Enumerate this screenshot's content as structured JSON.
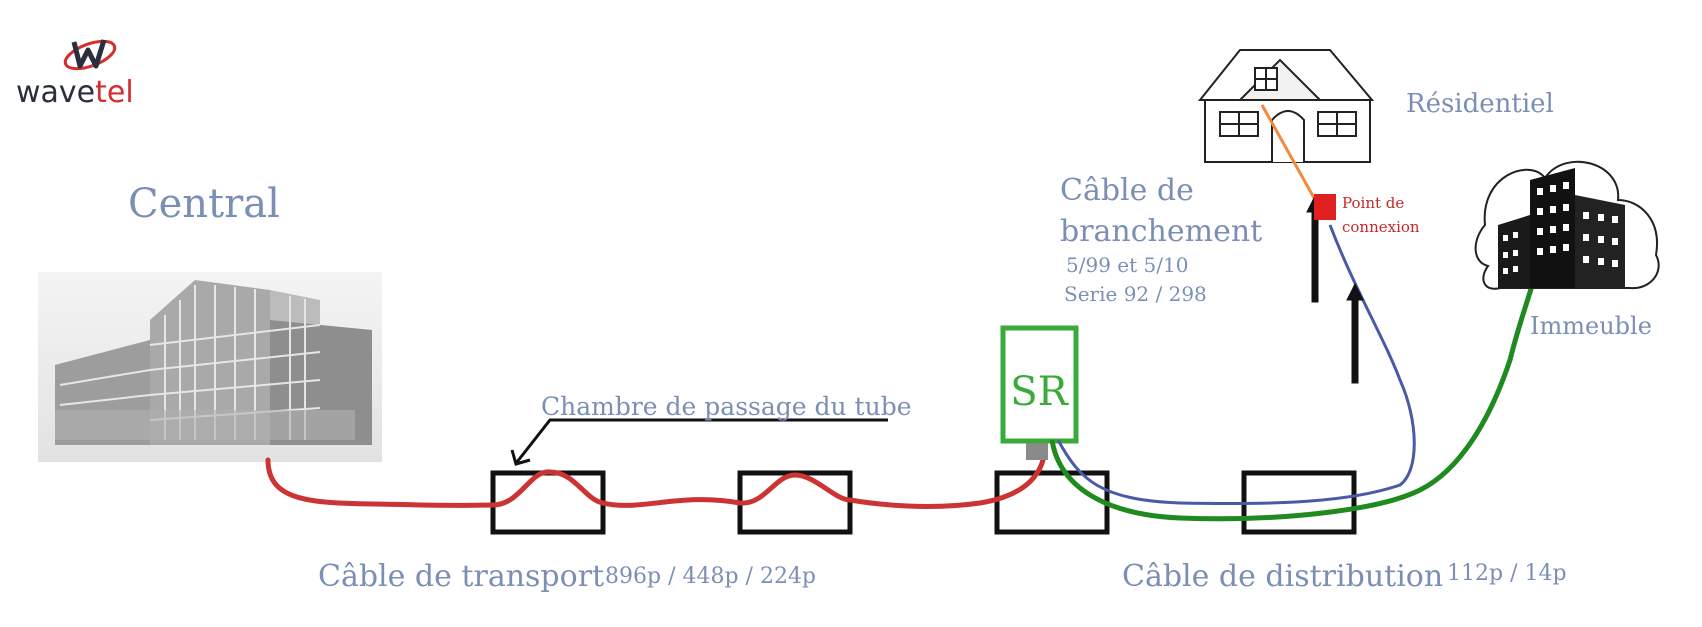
{
  "logo": {
    "brand_dark": "wave",
    "brand_red": "tel",
    "colors": {
      "dark": "#2a2f3d",
      "red": "#d32f2f"
    }
  },
  "labels": {
    "central": "Central",
    "residential": "Résidentiel",
    "building": "Immeuble",
    "connection_point": [
      "Point de",
      "connexion"
    ],
    "drop_cable": [
      "Câble de",
      "branchement"
    ],
    "drop_cable_specs": [
      "5/99 et 5/10",
      "Serie 92 / 298"
    ],
    "sr": "SR",
    "chamber": "Chambre de passage du tube",
    "transport_cable": "Câble de transport",
    "transport_specs": "896p / 448p / 224p",
    "distribution_cable": "Câble de distribution",
    "distribution_specs": "112p / 14p"
  },
  "colors": {
    "label_text": "#7b8fb5",
    "transport_cable": "#cc3333",
    "distribution_green": "#1f8a1f",
    "distribution_blue": "#4a5aa8",
    "drop_cable": "#f08a40",
    "connection_point": "#e02020",
    "sr_border": "#3aaa3a",
    "sr_text": "#3aaa3a"
  },
  "icons": {
    "central": "office-building-icon",
    "house": "house-icon",
    "building": "city-buildings-icon",
    "sr": "street-cabinet-icon",
    "chamber": "manhole-chamber-icon",
    "pole": "utility-pole-icon"
  }
}
